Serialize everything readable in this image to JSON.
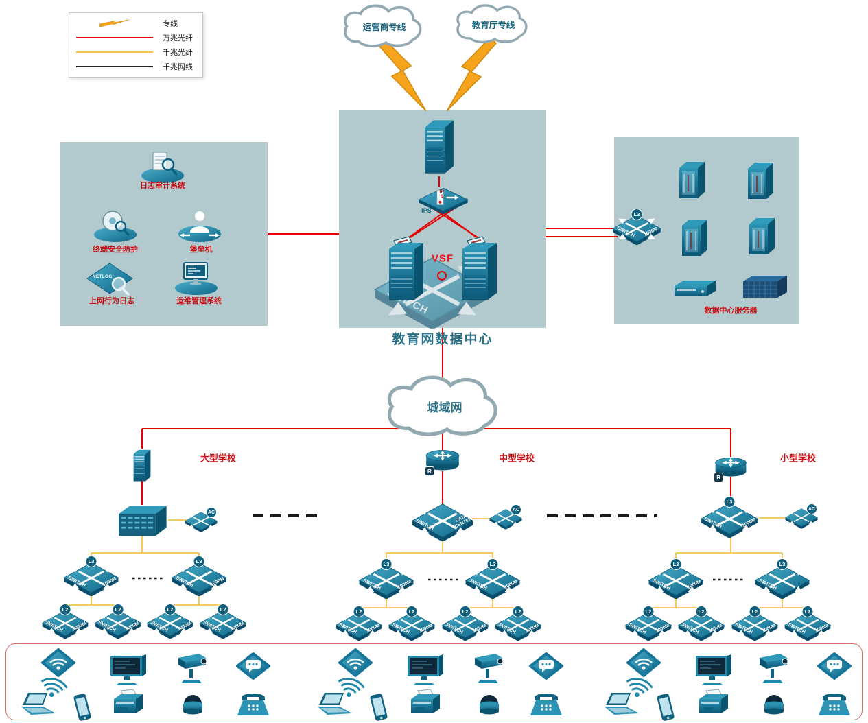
{
  "legend": {
    "items": [
      {
        "label": "专线"
      },
      {
        "label": "万兆光纤"
      },
      {
        "label": "千兆光纤"
      },
      {
        "label": "千兆网线"
      }
    ]
  },
  "clouds": {
    "carrier": "运营商专线",
    "education": "教育厅专线",
    "man": "城域网"
  },
  "datacenter": {
    "title": "教育网数据中心",
    "vsf": "VSF",
    "ips": "IPS",
    "switch_word": "SWITCH"
  },
  "left_panel": {
    "audit": "日志审计系统",
    "endpoint": "终端安全防护",
    "bastion": "堡垒机",
    "netlog_label": "上网行为日志",
    "netlog_badge": "NETLOG",
    "ops": "运维管理系统"
  },
  "right_panel": {
    "servers_label": "数据中心服务器"
  },
  "schools": {
    "large": "大型学校",
    "medium": "中型学校",
    "small": "小型学校"
  },
  "labels": {
    "switch": "SWITCH",
    "speed": "1000M",
    "l3": "L3",
    "l2": "L2",
    "ac": "AC",
    "router": "R",
    "data_center": "DATA CENTER"
  },
  "colors": {
    "line_10g": "#e60000",
    "line_1g": "#f3c24b",
    "line_cable": "#1a1a1a",
    "node_teal": "#1f87a8",
    "panel_bg": "#b2c9ce"
  }
}
